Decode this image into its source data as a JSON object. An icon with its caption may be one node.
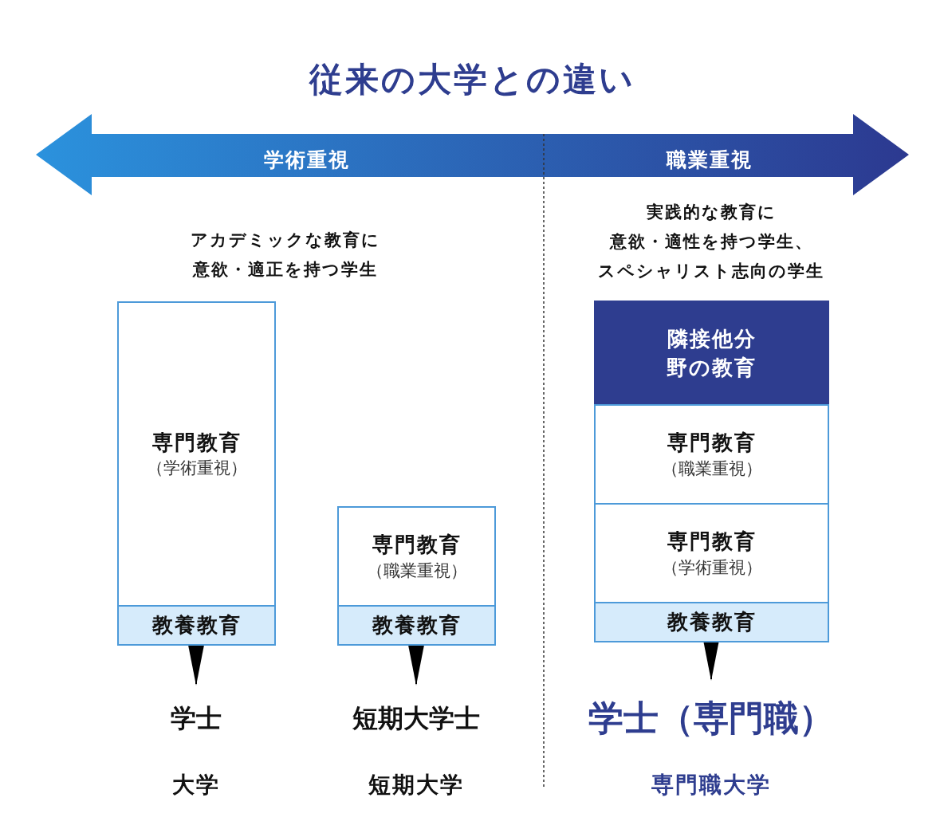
{
  "diagram": {
    "title": "従来の大学との違い",
    "nodes": [
      {
        "text": [
          "専門教育",
          "（学術重視）"
        ]
      },
      {
        "text": [
          "教養教育"
        ]
      },
      {
        "text": [
          "専門教育",
          "（職業重視）"
        ]
      },
      {
        "text": [
          "教養教育"
        ]
      },
      {
        "text": [
          "隣接他分野の教育"
        ]
      },
      {
        "text": [
          "専門教育",
          "（職業重視）"
        ]
      },
      {
        "text": [
          "専門教育",
          "（学術重視）"
        ]
      },
      {
        "text": [
          "教養教育"
        ]
      },
      {
        "text": [
          "学士"
        ]
      },
      {
        "text": [
          "短期大学士"
        ]
      },
      {
        "text": [
          "学士（専門職）"
        ]
      }
    ],
    "edges": [
      {
        "from": 1,
        "to": 8,
        "arrow": "to"
      },
      {
        "from": 3,
        "to": 9,
        "arrow": "to"
      },
      {
        "from": 7,
        "to": 10,
        "arrow": "to"
      }
    ],
    "labels": [
      "学術重視",
      "職業重視",
      "アカデミックな教育に意欲・適正を持つ学生",
      "実践的な教育に意欲・適性を持つ学生、スペシャリスト志向の学生",
      "大学",
      "短期大学",
      "専門職大学"
    ]
  }
}
